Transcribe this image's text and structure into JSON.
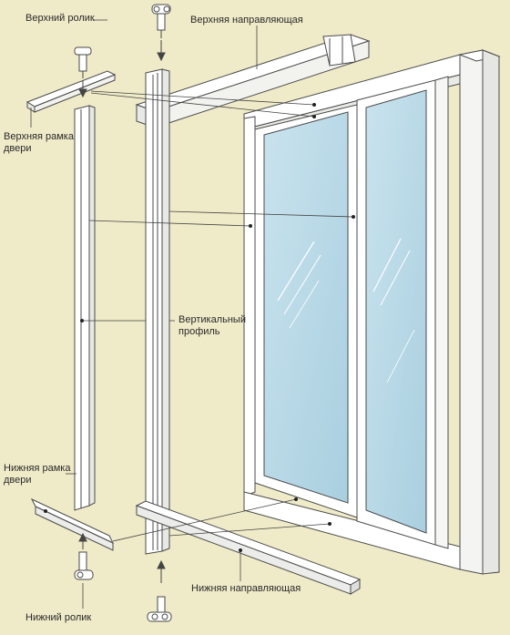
{
  "labels": {
    "top_roller": "Верхний ролик",
    "top_rail": "Верхняя направляющая",
    "top_door_frame_1": "Верхняя рамка",
    "top_door_frame_2": "двери",
    "vertical_profile_1": "Вертикальный",
    "vertical_profile_2": "профиль",
    "bottom_door_frame_1": "Нижняя рамка",
    "bottom_door_frame_2": "двери",
    "bottom_rail": "Нижняя направляющая",
    "bottom_roller": "Нижний ролик"
  },
  "colors": {
    "background": "#efeac8",
    "glass": "#bcd9e6",
    "frame": "#ffffff",
    "outline": "#4a4a4a",
    "leader": "#444444"
  },
  "icons": {
    "top_roller": "roller-icon",
    "bottom_roller": "roller-icon"
  }
}
